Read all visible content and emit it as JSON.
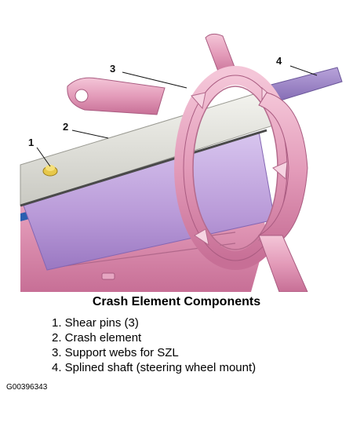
{
  "figure": {
    "callouts": [
      "1",
      "2",
      "3",
      "4"
    ]
  },
  "caption": "Crash Element Components",
  "legend": [
    "1.  Shear pins (3)",
    "2.  Crash element",
    "3.  Support webs for SZL",
    "4.  Splined shaft (steering wheel mount)"
  ],
  "figure_id": "G00396343",
  "colors": {
    "housing_pink": "#e39bb9",
    "crash_element_grey": "#e2e2dc",
    "inner_tube_purple": "#b99ad8",
    "blue_stripe": "#2b5fb0"
  }
}
